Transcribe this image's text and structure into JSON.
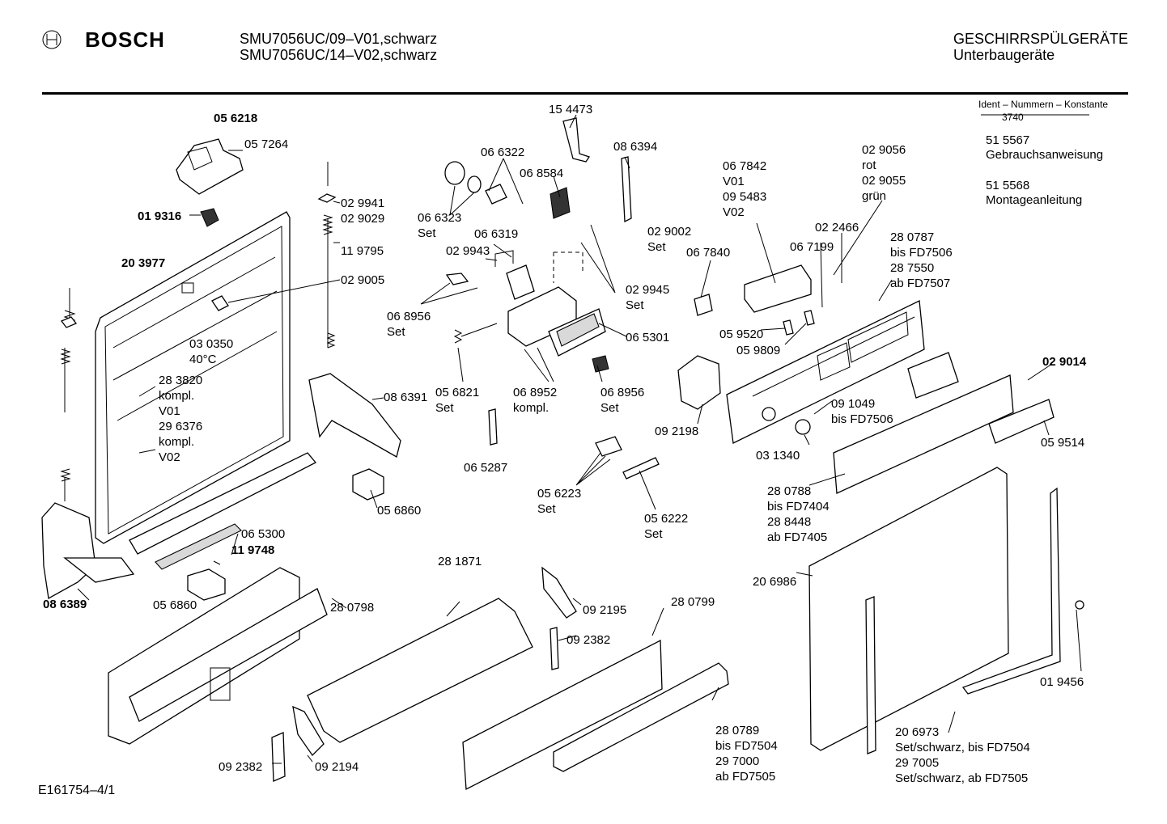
{
  "header": {
    "brand": "BOSCH",
    "model_line1": "SMU7056UC/09–V01,schwarz",
    "model_line2": "SMU7056UC/14–V02,schwarz",
    "category": "GESCHIRRSPÜLGERÄTE",
    "subcategory": "Unterbaugeräte"
  },
  "ident": {
    "title": "Ident – Nummern – Konstante",
    "value": "3740",
    "entries": [
      {
        "number": "51 5567",
        "text": "Gebrauchsanweisung"
      },
      {
        "number": "51 5568",
        "text": "Montageanleitung"
      }
    ]
  },
  "footer": {
    "code": "E161754–4/1"
  },
  "parts": {
    "p056218": "05 6218",
    "p057264": "05 7264",
    "p019316": "01 9316",
    "p203977": "20 3977",
    "p029941": "02 9941\n02 9029",
    "p119795": "11 9795",
    "p029005": "02 9005",
    "p030350": "03 0350\n40°C",
    "p283820": "28 3820\nkompl.\nV01\n29 6376\nkompl.\nV02",
    "p086391": "08 6391",
    "p056860a": "05 6860",
    "p065300": "06 5300",
    "p119748": "11 9748",
    "p056860b": "05 6860",
    "p086389": "08 6389",
    "p154473": "15 4473",
    "p066322": "06 6322",
    "p068584": "06 8584",
    "p086394": "08 6394",
    "p066323": "06 6323\nSet",
    "p066319": "06 6319",
    "p029943": "02 9943",
    "p029002": "02 9002\nSet",
    "p068956a": "06 8956\nSet",
    "p029945": "02 9945\nSet",
    "p065301": "06 5301",
    "p056821": "05 6821\nSet",
    "p068952": "06 8952\nkompl.",
    "p068956b": "06 8956\nSet",
    "p065287": "06 5287",
    "p056223": "05 6223\nSet",
    "p056222": "05 6222\nSet",
    "p067842": "06 7842\nV01\n09 5483\nV02",
    "p029056": "02 9056\nrot\n02 9055\ngrün",
    "p022466": "02 2466",
    "p067199": "06 7199",
    "p067840": "06 7840",
    "p280787": "28 0787\nbis FD7506\n28 7550\nab FD7507",
    "p059520": "05 9520",
    "p059809": "05 9809",
    "p029014": "02 9014",
    "p091049": "09 1049\nbis FD7506",
    "p092198": "09 2198",
    "p031340": "03 1340",
    "p059514": "05 9514",
    "p280788": "28 0788\nbis FD7404\n28 8448\nab FD7405",
    "p206986": "20 6986",
    "p281871": "28 1871",
    "p280798": "28 0798",
    "p092195": "09 2195",
    "p280799": "28 0799",
    "p092382a": "09 2382",
    "p019456": "01 9456",
    "p280789": "28 0789\nbis FD7504\n29 7000\nab FD7505",
    "p206973": "20 6973\nSet/schwarz, bis FD7504\n29 7005\nSet/schwarz, ab FD7505",
    "p092382b": "09 2382",
    "p092194": "09 2194"
  }
}
